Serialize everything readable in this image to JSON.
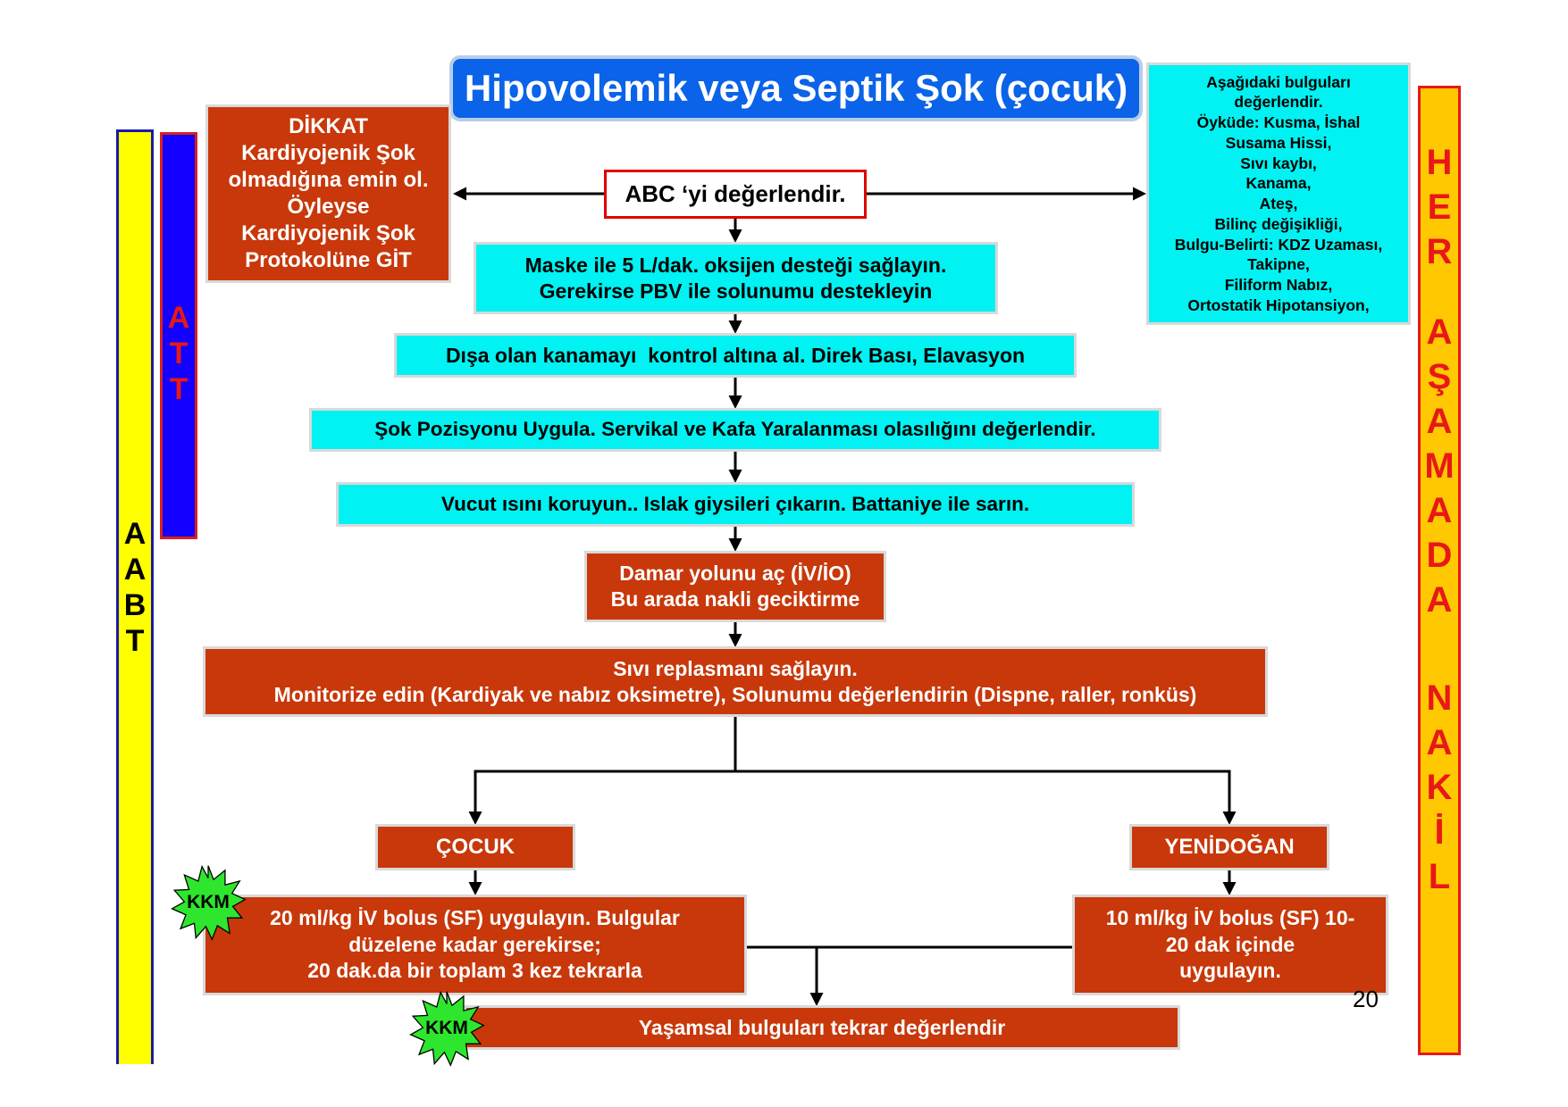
{
  "title": "Hipovolemik veya Septik Şok (çocuk)",
  "dikkat": {
    "lines": [
      "DİKKAT",
      "Kardiyojenik Şok",
      "olmadığına emin ol.",
      "Öyleyse",
      "Kardiyojenik Şok",
      "Protokolüne GİT"
    ]
  },
  "bulgular": {
    "lines": [
      "Aşağıdaki bulguları",
      "değerlendir.",
      "Öyküde: Kusma, İshal",
      "Susama Hissi,",
      "Sıvı kaybı,",
      "Kanama,",
      "Ateş,",
      "Bilinç değişikliği,",
      "Bulgu-Belirti: KDZ Uzaması,",
      "Takipne,",
      "Filiform Nabız,",
      "Ortostatik Hipotansiyon,"
    ]
  },
  "steps": {
    "abc": "ABC ‘yi değerlendir.",
    "oxygen": [
      "Maske ile 5 L/dak. oksijen desteği sağlayın.",
      "Gerekirse PBV ile solunumu destekleyin"
    ],
    "bleeding": "Dışa olan kanamayı  kontrol altına al. Direk Bası, Elavasyon",
    "position": "Şok Pozisyonu Uygula. Servikal ve Kafa Yaralanması olasılığını değerlendir.",
    "warm": "Vucut ısını koruyun.. Islak giysileri çıkarın. Battaniye ile sarın.",
    "iv": [
      "Damar yolunu aç (İV/İO)",
      "Bu arada nakli geciktirme"
    ],
    "fluid": [
      "Sıvı replasmanı sağlayın.",
      "Monitorize edin (Kardiyak ve nabız oksimetre), Solunumu değerlendirin (Dispne, raller, ronküs)"
    ],
    "child": "ÇOCUK",
    "newborn": "YENİDOĞAN",
    "child_bolus": [
      "20 ml/kg İV bolus (SF) uygulayın. Bulgular",
      "düzelene kadar gerekirse;",
      "20 dak.da bir toplam 3 kez tekrarla"
    ],
    "newborn_bolus": [
      "10 ml/kg İV bolus (SF) 10-",
      "20 dak içinde",
      "uygulayın."
    ],
    "vitals": "Yaşamsal bulguları tekrar değerlendir"
  },
  "side_bars": {
    "aabt": [
      "A",
      "A",
      "B",
      "T"
    ],
    "att": [
      "A",
      "T",
      "T"
    ],
    "her_asamada_nakil": {
      "word1": [
        "H",
        "E",
        "R"
      ],
      "word2": [
        "A",
        "Ş",
        "A",
        "M",
        "A",
        "D",
        "A"
      ],
      "word3": [
        "N",
        "A",
        "K",
        "İ",
        "L"
      ]
    }
  },
  "badges": {
    "kkm1": "KKM",
    "kkm2": "KKM"
  },
  "page_number": "20",
  "colors": {
    "title_bg": "#0a63e8",
    "red_box": "#c8380a",
    "cyan_box": "#00f2f2",
    "yellow_bar": "#ffff00",
    "blue_bar": "#1400ff",
    "orange_bar": "#ffc800",
    "burst_green": "#2ee62e"
  }
}
